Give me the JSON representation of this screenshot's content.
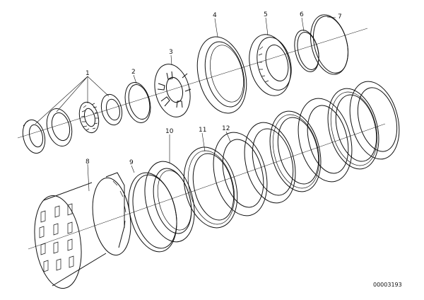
{
  "diagram": {
    "callouts": [
      {
        "id": "c1",
        "label": "1"
      },
      {
        "id": "c2",
        "label": "2"
      },
      {
        "id": "c3",
        "label": "3"
      },
      {
        "id": "c4",
        "label": "4"
      },
      {
        "id": "c5",
        "label": "5"
      },
      {
        "id": "c6",
        "label": "6"
      },
      {
        "id": "c7",
        "label": "7"
      },
      {
        "id": "c8",
        "label": "8"
      },
      {
        "id": "c9",
        "label": "9"
      },
      {
        "id": "c10",
        "label": "10"
      },
      {
        "id": "c11",
        "label": "11"
      },
      {
        "id": "c12",
        "label": "12"
      }
    ],
    "document_number": "00003193"
  }
}
